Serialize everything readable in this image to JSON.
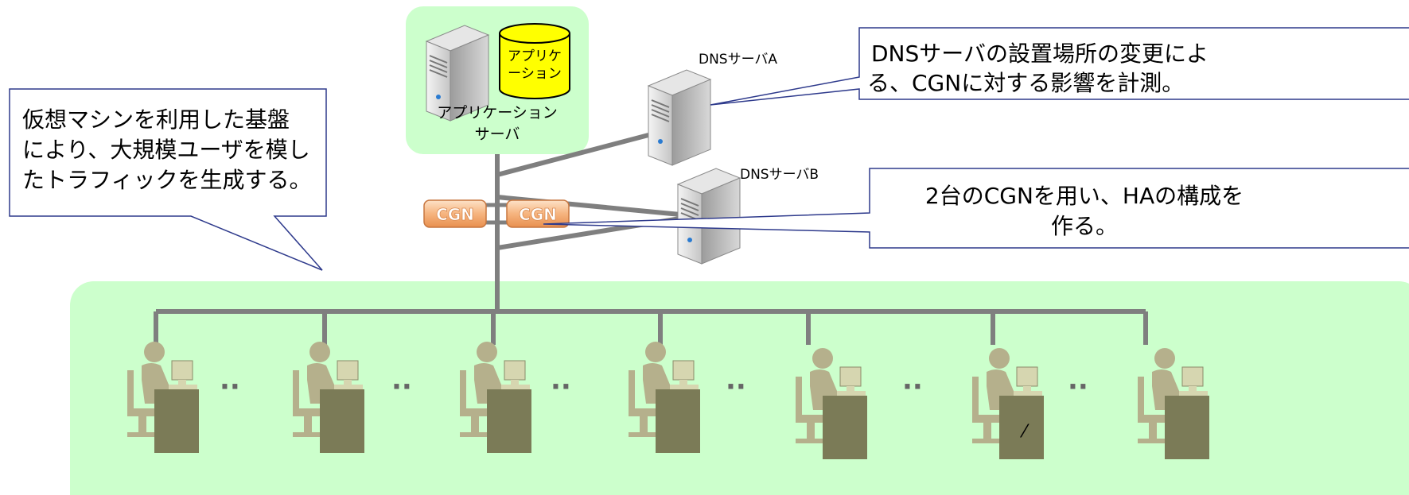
{
  "app_server": {
    "db_label_1": "アプリケ",
    "db_label_2": "ーション",
    "label_1": "アプリケーション",
    "label_2": "サーバ"
  },
  "dns_a": {
    "label": "DNSサーバA"
  },
  "dns_b": {
    "label": "DNSサーバB"
  },
  "cgn": {
    "label_left": "CGN",
    "label_right": "CGN"
  },
  "callouts": {
    "vm": {
      "line_1": "仮想マシンを利用した基盤",
      "line_2": "により、大規模ユーザを模し",
      "line_3": "たトラフィックを生成する。"
    },
    "dns": {
      "line_1": "DNSサーバの設置場所の変更によ",
      "line_2": "る、CGNに対する影響を計測。"
    },
    "ha": {
      "line_1": "2台のCGNを用い、HAの構成を",
      "line_2": "作る。"
    }
  },
  "users": {
    "ellipsis": "··"
  },
  "stray_mark": "⁄",
  "colors": {
    "green_bg": "#ccffcc",
    "line_gray": "#7f7f7f",
    "callout_border": "#2e3a8c",
    "cgn_fill": "#f5b07a",
    "db_fill": "#ffff00",
    "person": "#b5b08c",
    "desk": "#7b7b57"
  }
}
